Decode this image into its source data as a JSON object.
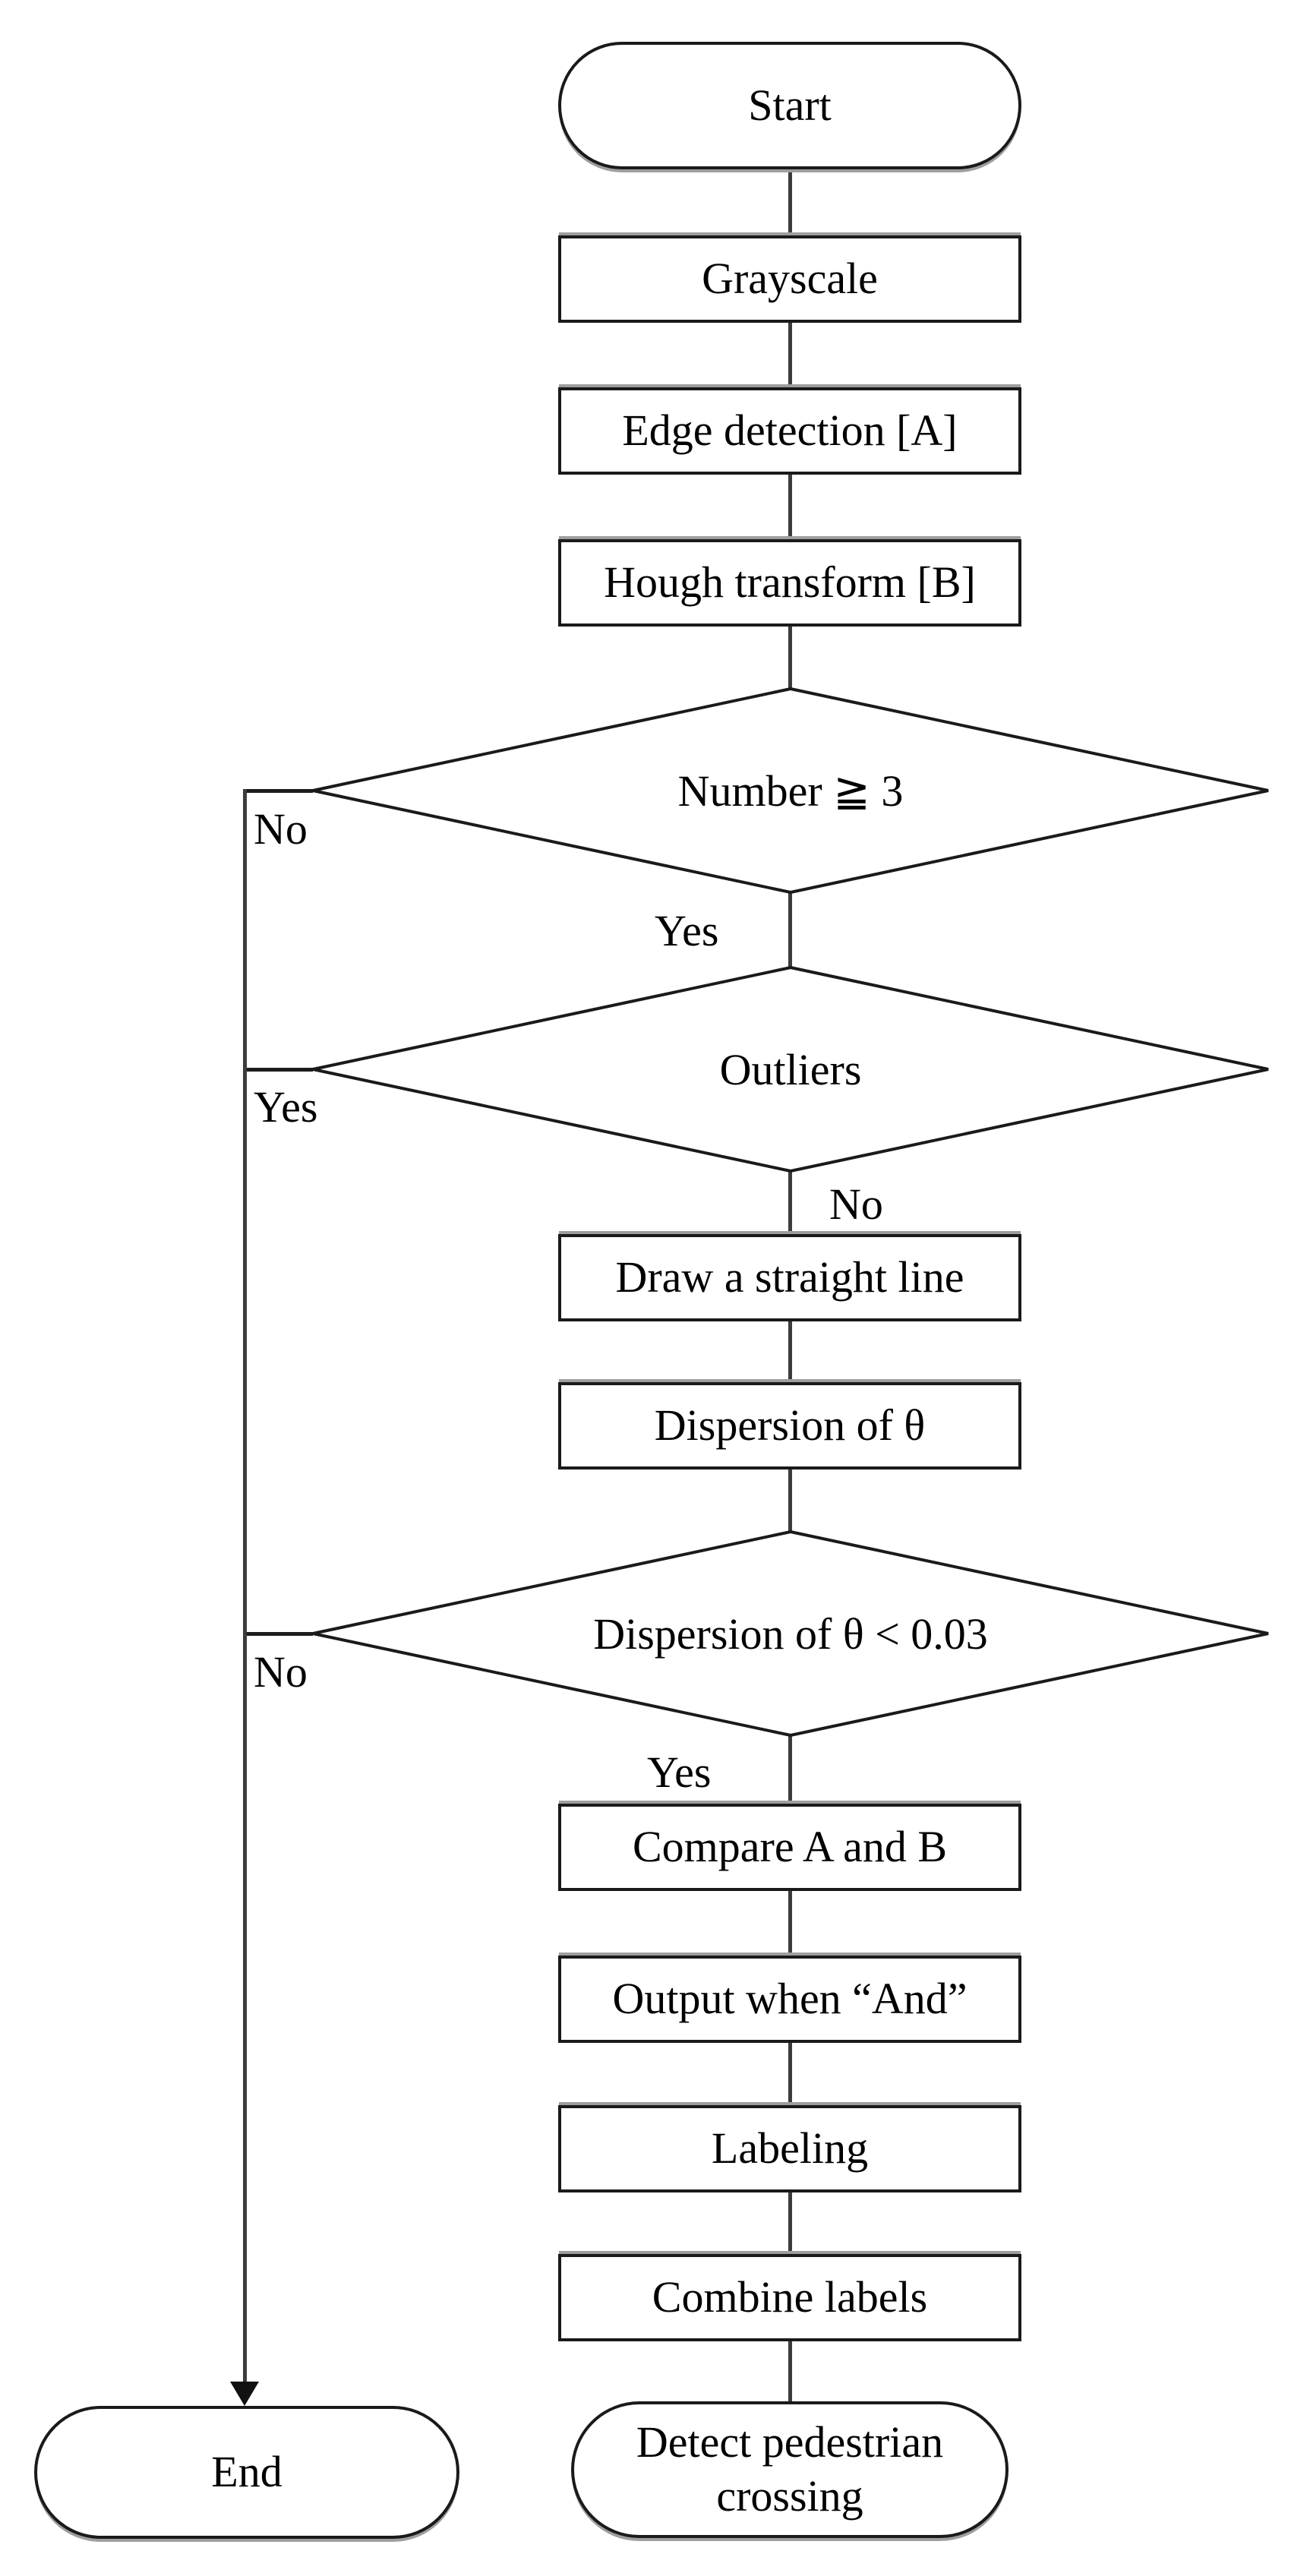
{
  "diagram": {
    "type": "flowchart",
    "nodes": {
      "start": "Start",
      "grayscale": "Grayscale",
      "edge_detection": "Edge detection [A]",
      "hough_transform": "Hough transform [B]",
      "number_decision": "Number ≧ 3",
      "outliers_decision": "Outliers",
      "draw_line": "Draw a straight line",
      "dispersion": "Dispersion of θ",
      "dispersion_decision": "Dispersion of θ < 0.03",
      "compare": "Compare A and B",
      "output_and": "Output when “And”",
      "labeling": "Labeling",
      "combine_labels": "Combine labels",
      "detect_crossing": "Detect pedestrian crossing",
      "end": "End"
    },
    "branch_labels": {
      "number_no": "No",
      "number_yes": "Yes",
      "outliers_yes": "Yes",
      "outliers_no": "No",
      "dispersion_no": "No",
      "dispersion_yes": "Yes"
    },
    "colors": {
      "background": "#ffffff",
      "shape_fill": "#ffffff",
      "border": "#1a1a1a",
      "connector": "#3c3c3c",
      "text": "#000000"
    }
  }
}
